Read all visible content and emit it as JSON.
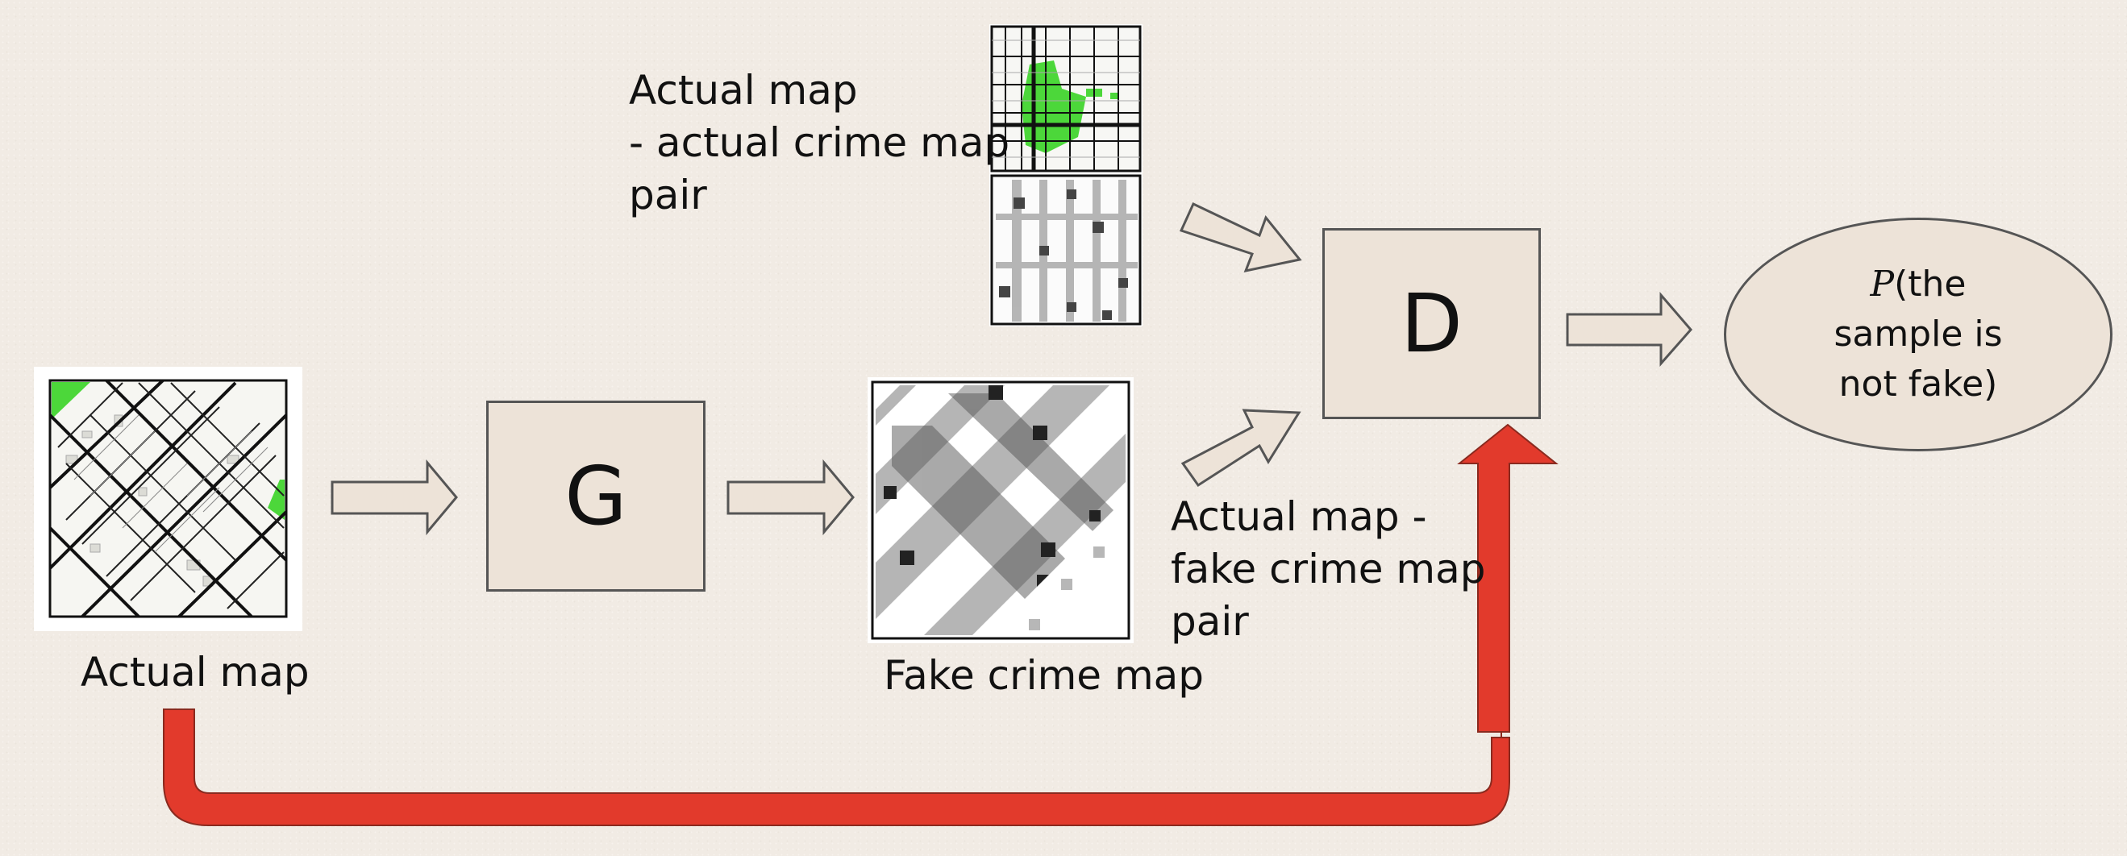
{
  "labels": {
    "actual_map": "Actual map",
    "fake_crime_map": "Fake crime map",
    "actual_pair_line1": "Actual map",
    "actual_pair_line2": "- actual crime map",
    "actual_pair_line3": "pair",
    "fake_pair_line1": "Actual map -",
    "fake_pair_line2": "fake crime map",
    "fake_pair_line3": "pair"
  },
  "nodes": {
    "generator": "G",
    "discriminator": "D"
  },
  "output": {
    "prob_symbol": "P",
    "line1_rest": "(the",
    "line2": "sample is",
    "line3": "not fake)"
  },
  "colors": {
    "background": "#f1ebe4",
    "box_fill": "#ede3d8",
    "box_border": "#555555",
    "skip_arrow": "#e23a2c",
    "map_green": "#4cd73a"
  }
}
